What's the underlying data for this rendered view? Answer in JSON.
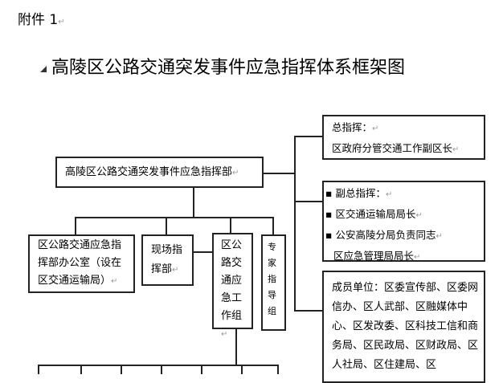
{
  "attachment": "附件 1",
  "title": "高陵区公路交通突发事件应急指挥体系框架图",
  "headquarters": "高陵区公路交通突发事件应急指挥部",
  "commander": {
    "label": "总指挥：",
    "value": "区政府分管交通工作副区长"
  },
  "deputy": {
    "label": "副总指挥：",
    "items": [
      "区交通运输局局长",
      "公安高陵分局负责同志",
      "区应急管理局局长"
    ]
  },
  "members": "成员单位：区委宣传部、区委网信办、区人武部、区融媒体中心、区发改委、区科技工信和商务局、区民政局、区财政局、区人社局、区住建局、区",
  "office": "区公路交通应急指挥部办公室（设在区交通运输局）",
  "onsite": "现场指挥部",
  "workgroup": "区公路交通应急工作组",
  "experts": "专家指导组",
  "return_mark": "↵"
}
